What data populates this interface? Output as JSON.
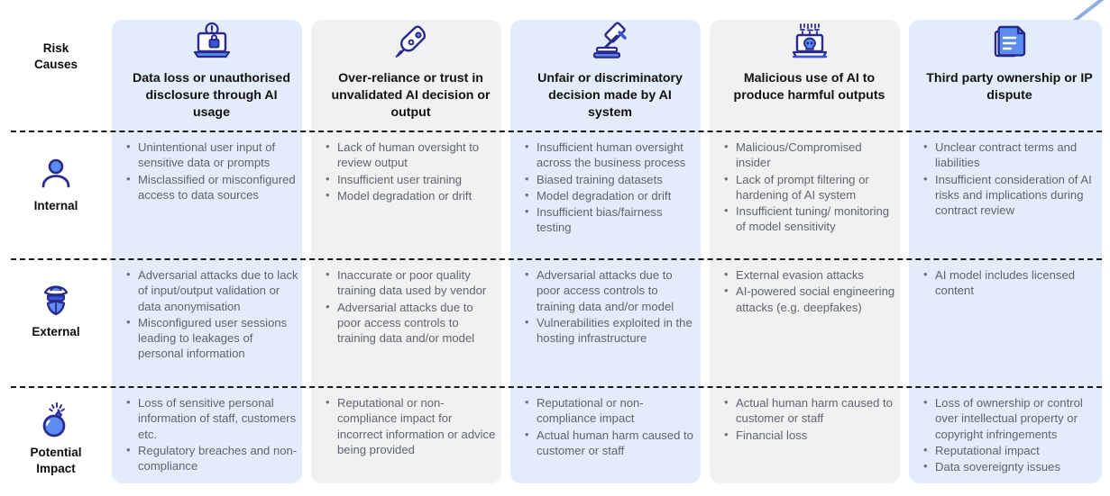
{
  "matrix": {
    "corner_label": "Risk Causes",
    "corner_label_line1": "Risk",
    "corner_label_line2": "Causes",
    "colors": {
      "column_blue": "#e2ecfb",
      "column_gray": "#f1f1f1",
      "icon_dark_blue": "#2a2a8c",
      "icon_blue": "#3757d8",
      "icon_light_blue": "#5b8df0",
      "body_text": "#5e6570",
      "heading_text": "#111111",
      "separator": "#1a1a1a"
    },
    "columns": [
      {
        "id": "data-loss",
        "title": "Data loss or unauthorised disclosure through AI usage",
        "icon": "laptop-lock-alert-icon",
        "tone": "blue"
      },
      {
        "id": "over-reliance",
        "title": "Over-reliance or trust in unvalidated AI decision or output",
        "icon": "robot-arm-icon",
        "tone": "gray"
      },
      {
        "id": "unfair-decision",
        "title": "Unfair or discriminatory decision made by AI system",
        "icon": "gavel-icon",
        "tone": "blue"
      },
      {
        "id": "malicious-use",
        "title": "Malicious use of AI to produce harmful outputs",
        "icon": "laptop-skull-icon",
        "tone": "gray"
      },
      {
        "id": "third-party-ip",
        "title": "Third party ownership or IP dispute",
        "icon": "documents-icon",
        "tone": "blue"
      }
    ],
    "rows": [
      {
        "id": "internal",
        "label": "Internal",
        "icon": "person-icon",
        "cells": [
          [
            "Unintentional user input of sensitive data or prompts",
            "Misclassified or misconfigured access to data sources"
          ],
          [
            "Lack of human oversight to review output",
            "Insufficient user training",
            "Model degradation or drift"
          ],
          [
            "Insufficient human oversight across the business process",
            "Biased training datasets",
            "Model degradation or drift",
            "Insufficient bias/fairness testing"
          ],
          [
            "Malicious/Compromised insider",
            "Lack of prompt filtering or hardening of AI system",
            "Insufficient tuning/ monitoring of model sensitivity"
          ],
          [
            "Unclear contract terms and liabilities",
            "Insufficient consideration of AI risks and implications during contract review"
          ]
        ]
      },
      {
        "id": "external",
        "label": "External",
        "icon": "spy-icon",
        "cells": [
          [
            "Adversarial attacks due to lack of input/output validation or data anonymisation",
            "Misconfigured user sessions leading to leakages of personal information"
          ],
          [
            "Inaccurate or poor quality training data used by vendor",
            "Adversarial attacks due to poor access controls to training data and/or model"
          ],
          [
            "Adversarial attacks due to poor access controls to training data and/or model",
            "Vulnerabilities exploited in the hosting infrastructure"
          ],
          [
            "External evasion attacks",
            "AI-powered social engineering attacks (e.g. deepfakes)"
          ],
          [
            "AI model includes licensed content"
          ]
        ]
      },
      {
        "id": "potential-impact",
        "label": "Potential Impact",
        "label_line1": "Potential",
        "label_line2": "Impact",
        "icon": "bomb-icon",
        "cells": [
          [
            "Loss of sensitive personal information of staff, customers etc.",
            "Regulatory breaches and non-compliance"
          ],
          [
            "Reputational or non-compliance impact for incorrect information or advice being provided"
          ],
          [
            "Reputational or non-compliance impact",
            "Actual human harm caused to customer or staff"
          ],
          [
            "Actual human harm caused to customer or staff",
            "Financial loss"
          ],
          [
            "Loss of ownership or control over intellectual property or copyright infringements",
            "Reputational impact",
            "Data sovereignty issues"
          ]
        ]
      }
    ]
  }
}
